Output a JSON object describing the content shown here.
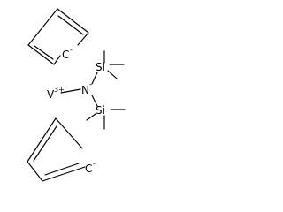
{
  "molecule": {
    "atoms": {
      "vanadium": {
        "symbol": "V",
        "charge": "3+"
      },
      "nitrogen": {
        "symbol": "N",
        "charge": "-"
      },
      "silicon_top": {
        "symbol": "Si"
      },
      "silicon_bottom": {
        "symbol": "Si"
      },
      "carbanion_top": {
        "symbol": "C",
        "charge": "-"
      },
      "carbanion_bottom": {
        "symbol": "C",
        "charge": "-"
      }
    }
  },
  "colors": {
    "ink": "#000000",
    "background": "#ffffff"
  }
}
